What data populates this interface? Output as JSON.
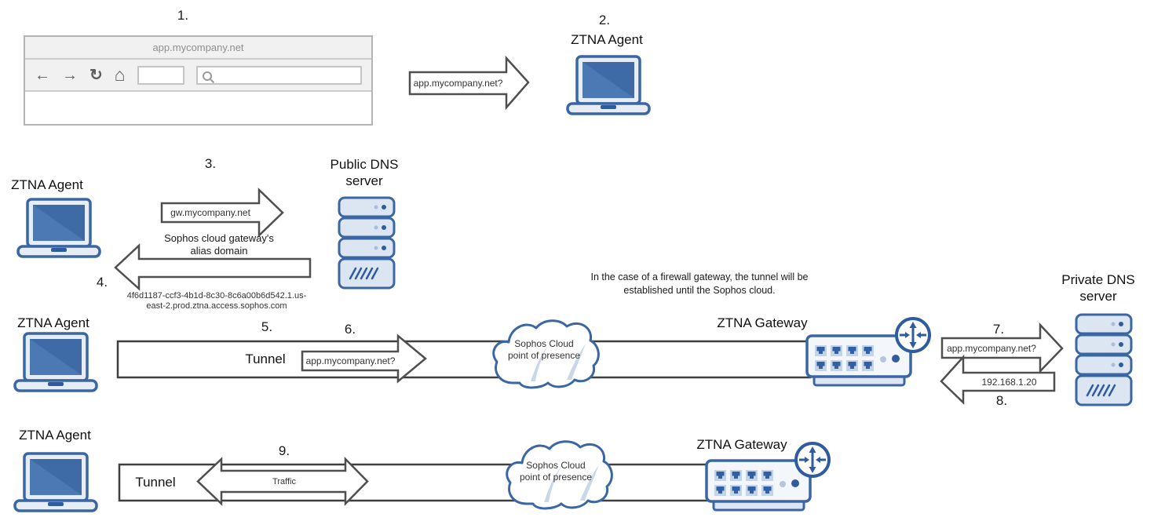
{
  "colors": {
    "icon_blue": "#3A67A4",
    "icon_blue_dark": "#2F5C9F",
    "icon_fill_light": "#E7EDF6",
    "screen_blue": "#3E6BA6",
    "arrow_outline": "#4F4F4F"
  },
  "browser": {
    "address": "app.mycompany.net",
    "back_icon": "←",
    "forward_icon": "→",
    "reload_icon": "↻",
    "home_icon": "⌂"
  },
  "step_labels": {
    "s1": "1.",
    "s2": "2.",
    "s3": "3.",
    "s4": "4.",
    "s5": "5.",
    "s6": "6.",
    "s7": "7.",
    "s8": "8.",
    "s9": "9."
  },
  "node_labels": {
    "ztna_agent": "ZTNA Agent",
    "public_dns_server": "Public DNS\nserver",
    "private_dns_server": "Private DNS\nserver",
    "ztna_gateway": "ZTNA Gateway",
    "sophos_cloud_pop": "Sophos Cloud\npoint of presence",
    "tunnel": "Tunnel"
  },
  "messages": {
    "app_domain_query": "app.mycompany.net?",
    "gw_domain_query": "gw.mycompany.net",
    "alias_response_caption": "Sophos cloud gateway's\nalias domain",
    "alias_domain": "4f6d1187-ccf3-4b1d-8c30-8c6a00b6d542.1.us-\neast-2.prod.ztna.access.sophos.com",
    "resolved_ip": "192.168.1.20",
    "traffic": "Traffic",
    "firewall_note": "In the case of a firewall gateway, the tunnel will be\nestablished until the Sophos cloud."
  }
}
